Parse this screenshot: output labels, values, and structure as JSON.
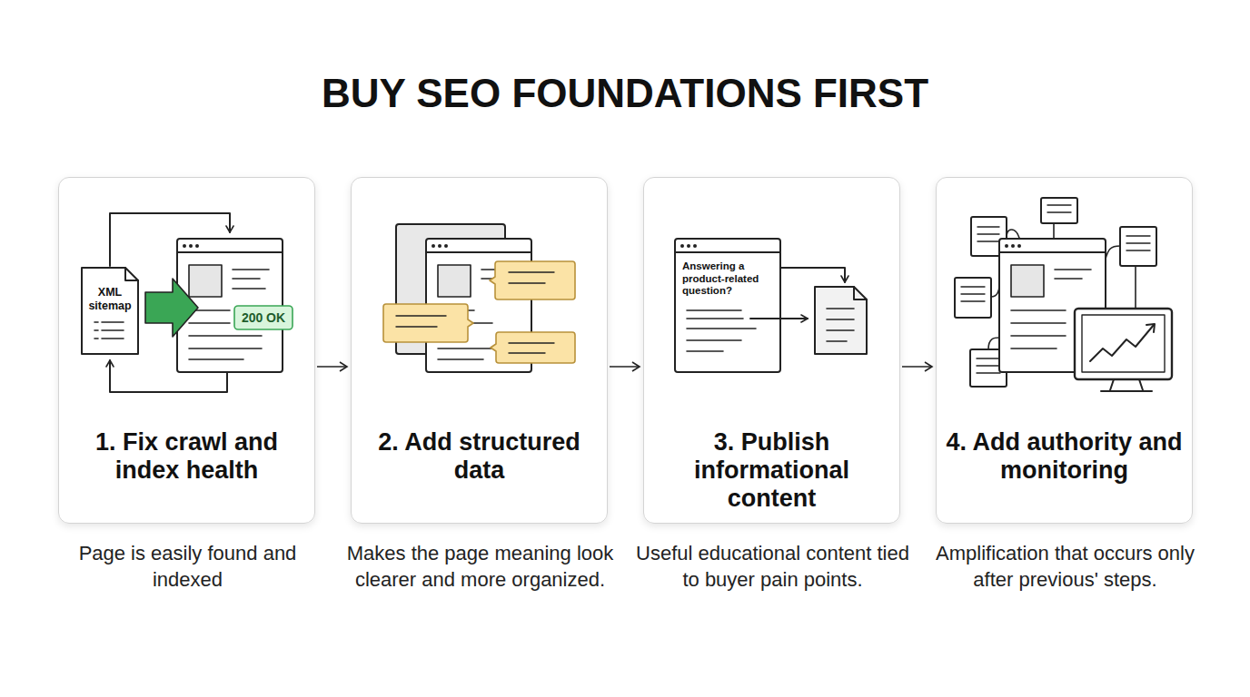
{
  "diagram": {
    "title": "BUY SEO FOUNDATIONS FIRST",
    "nodes": [
      {
        "text": [
          "1. Fix crawl and index health",
          "Page is easily found and indexed"
        ]
      },
      {
        "text": [
          "2. Add structured data",
          "Makes the page meaning look clearer and more organized."
        ]
      },
      {
        "text": [
          "3. Publish informational content",
          "Useful educational content tied to buyer pain points."
        ]
      },
      {
        "text": [
          "4. Add authority and monitoring",
          "Amplification that occurs only after previous' steps."
        ]
      }
    ],
    "edges": [
      {
        "from": 0,
        "to": 1,
        "arrow": "to"
      },
      {
        "from": 1,
        "to": 2,
        "arrow": "to"
      },
      {
        "from": 2,
        "to": 3,
        "arrow": "to"
      }
    ],
    "labels": [
      "XML sitemap",
      "200 OK",
      "Answering a product-related question?"
    ]
  }
}
